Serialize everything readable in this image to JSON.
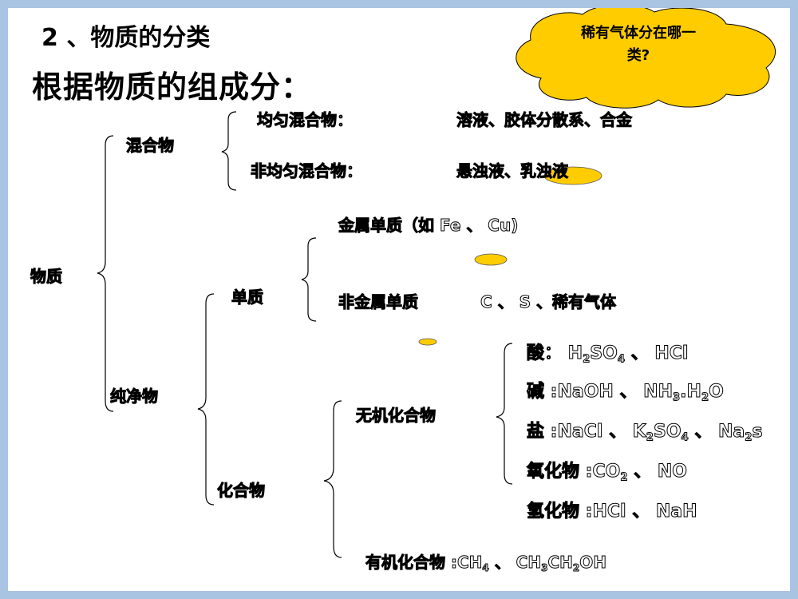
{
  "header": {
    "section_title": "2 、物质的分类",
    "main_title": "根据物质的组成分："
  },
  "callout": {
    "line1": "稀有气体分在哪一",
    "line2": "类?"
  },
  "tree": {
    "root": "物质",
    "mixture": "混合物",
    "homogeneous_label": "均匀混合物：",
    "homogeneous_examples": "溶液、胶体分散系、合金",
    "heterogeneous_label": "非均匀混合物：",
    "heterogeneous_examples": "悬浊液、乳浊液",
    "pure": "纯净物",
    "element": "单质",
    "metal": "金属单质（如 Fe 、 Cu)",
    "nonmetal_label": "非金属单质",
    "nonmetal_examples": "C 、 S 、稀有气体",
    "compound": "化合物",
    "inorganic": "无机化合物",
    "organic": {
      "label": "有机化合物 :",
      "parts": [
        "CH",
        "4",
        " 、 CH",
        "3",
        "CH",
        "2",
        "OH"
      ]
    }
  },
  "inorganic_items": {
    "acid": {
      "label": "酸：",
      "parts": [
        " H",
        "2",
        "SO",
        "4",
        " 、 HCl"
      ]
    },
    "base": {
      "label": "碱 :",
      "parts": [
        "NaOH 、 NH",
        "3",
        ".H",
        "2",
        "O"
      ]
    },
    "salt": {
      "label": "盐 :",
      "parts": [
        "NaCl 、 K",
        "2",
        "SO",
        "4",
        " 、 Na",
        "2",
        "s"
      ]
    },
    "oxide": {
      "label": "氧化物 :",
      "parts": [
        "CO",
        "2",
        " 、 NO"
      ]
    },
    "hydride": {
      "label": "氢化物 :",
      "parts": [
        "HCl 、 NaH"
      ]
    }
  },
  "colors": {
    "background_frame": "#a9c3e2",
    "highlight": "#ffcc00",
    "cloud": "#ffcc00"
  }
}
